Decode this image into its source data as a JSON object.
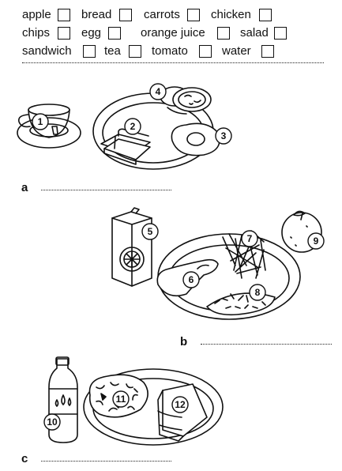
{
  "word_bank": {
    "row1": [
      "apple",
      "bread",
      "carrots",
      "chicken"
    ],
    "row2": [
      "chips",
      "egg",
      "orange juice",
      "salad"
    ],
    "row3": [
      "sandwich",
      "tea",
      "tomato",
      "water"
    ]
  },
  "numbers": [
    "1",
    "2",
    "3",
    "4",
    "5",
    "6",
    "7",
    "8",
    "9",
    "10",
    "11",
    "12"
  ],
  "sections": {
    "a_label": "a",
    "b_label": "b",
    "c_label": "c"
  },
  "icons": [
    "tea-cup-icon",
    "plate-icon",
    "toast-icon",
    "fried-egg-icon",
    "tomato-slices-icon",
    "juice-carton-icon",
    "chicken-leg-icon",
    "chips-icon",
    "carrots-icon",
    "orange-icon",
    "water-bottle-icon",
    "salad-icon",
    "sandwich-icon"
  ]
}
